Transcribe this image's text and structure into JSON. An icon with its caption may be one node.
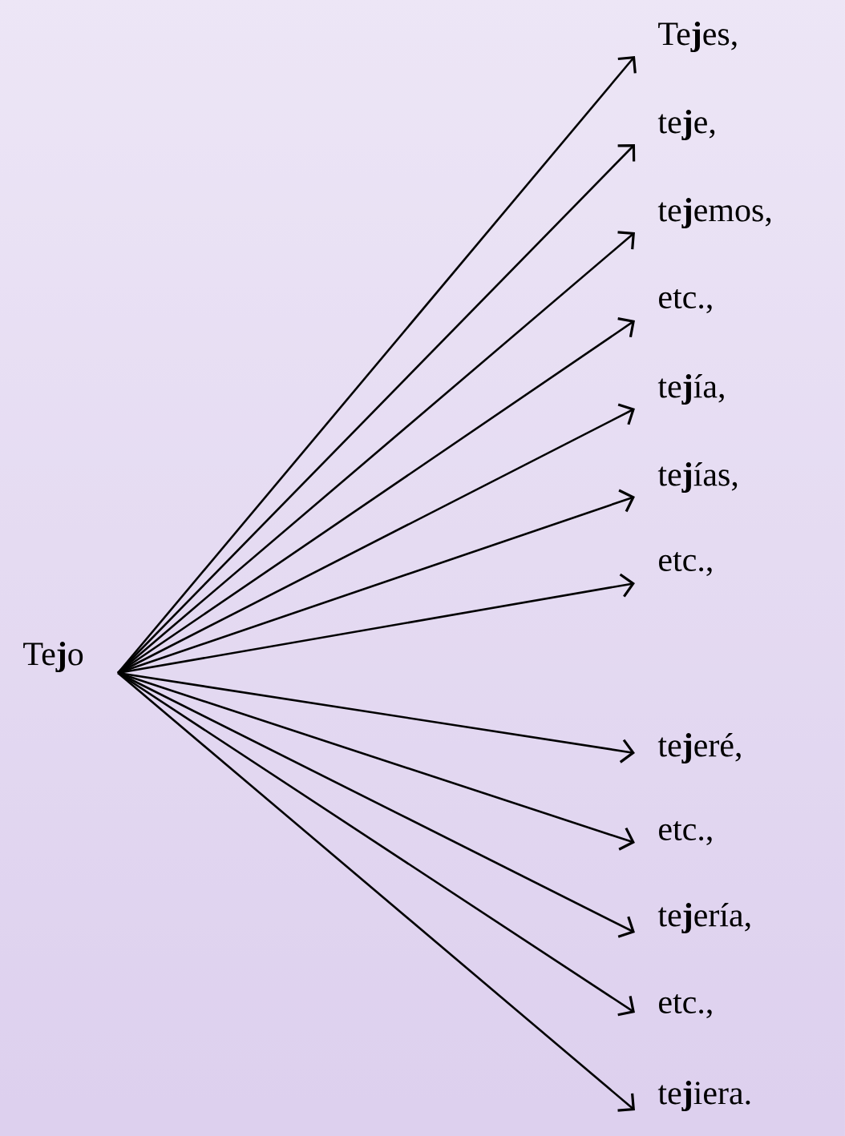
{
  "diagram": {
    "nodes": [
      {
        "text": [
          "Te**j**o"
        ]
      },
      {
        "text": [
          "Te**j**es,"
        ]
      },
      {
        "text": [
          "te**j**e,"
        ]
      },
      {
        "text": [
          "te**j**emos,"
        ]
      },
      {
        "text": [
          "etc.,"
        ]
      },
      {
        "text": [
          "te**j**ía,"
        ]
      },
      {
        "text": [
          "te**j**ías,"
        ]
      },
      {
        "text": [
          "etc.,"
        ]
      },
      {
        "text": [
          "te**j**eré,"
        ]
      },
      {
        "text": [
          "etc.,"
        ]
      },
      {
        "text": [
          "te**j**ería,"
        ]
      },
      {
        "text": [
          "etc.,"
        ]
      },
      {
        "text": [
          "te**j**iera."
        ]
      }
    ],
    "edges": [
      {
        "from": 0,
        "to": 1,
        "arrow": "to"
      },
      {
        "from": 0,
        "to": 2,
        "arrow": "to"
      },
      {
        "from": 0,
        "to": 3,
        "arrow": "to"
      },
      {
        "from": 0,
        "to": 4,
        "arrow": "to"
      },
      {
        "from": 0,
        "to": 5,
        "arrow": "to"
      },
      {
        "from": 0,
        "to": 6,
        "arrow": "to"
      },
      {
        "from": 0,
        "to": 7,
        "arrow": "to"
      },
      {
        "from": 0,
        "to": 8,
        "arrow": "to"
      },
      {
        "from": 0,
        "to": 9,
        "arrow": "to"
      },
      {
        "from": 0,
        "to": 10,
        "arrow": "to"
      },
      {
        "from": 0,
        "to": 11,
        "arrow": "to"
      },
      {
        "from": 0,
        "to": 12,
        "arrow": "to"
      }
    ]
  }
}
